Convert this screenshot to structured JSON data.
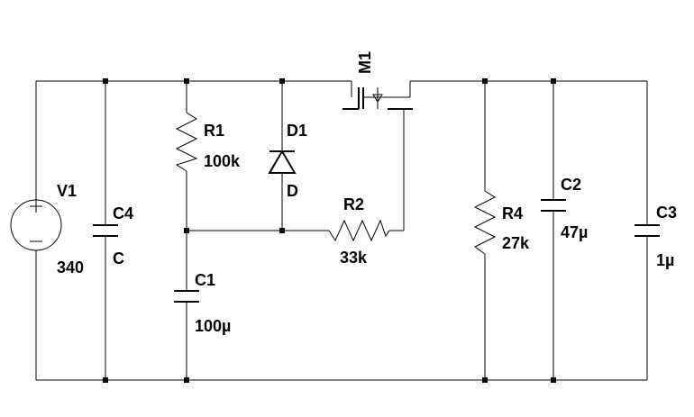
{
  "schematic": {
    "components": {
      "V1": {
        "ref": "V1",
        "value": "340"
      },
      "C4": {
        "ref": "C4",
        "value": "C"
      },
      "R1": {
        "ref": "R1",
        "value": "100k"
      },
      "D1": {
        "ref": "D1",
        "value": "D"
      },
      "C1": {
        "ref": "C1",
        "value": "100µ"
      },
      "R2": {
        "ref": "R2",
        "value": "33k"
      },
      "M1": {
        "ref": "M1"
      },
      "R4": {
        "ref": "R4",
        "value": "27k"
      },
      "C2": {
        "ref": "C2",
        "value": "47µ"
      },
      "C3": {
        "ref": "C3",
        "value": "1µ"
      }
    },
    "colors": {
      "wire": "#000000",
      "background": "#ffffff"
    }
  }
}
